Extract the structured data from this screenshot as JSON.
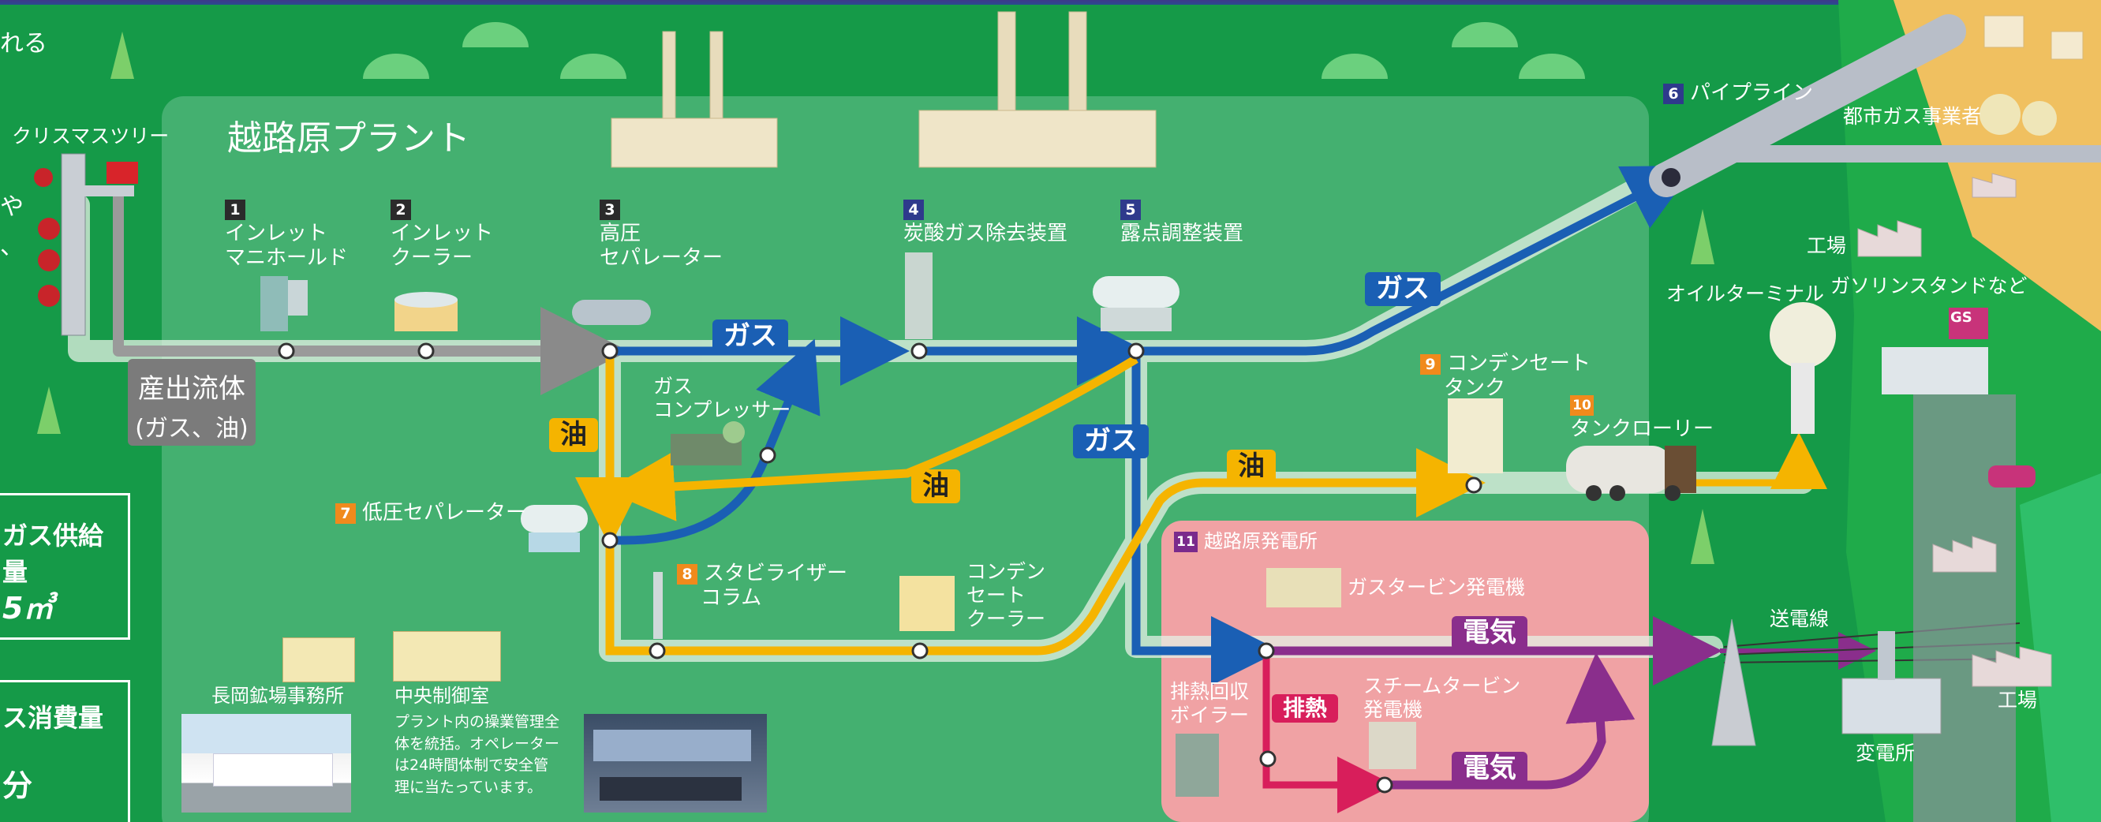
{
  "plant_title": "越路原プラント",
  "left_partial": {
    "top_text": "れる",
    "side_chars": [
      "や",
      "、"
    ],
    "gas_supply_title": "ガス供給量",
    "gas_supply_value": "5㎥",
    "gas_consumption_title": "ス消費量",
    "gas_consumption_value": "分"
  },
  "christmas_tree_label": "クリスマスツリー",
  "production_fluid": {
    "line1": "産出流体",
    "line2": "(ガス、油)"
  },
  "components": [
    {
      "num": "1",
      "lines": [
        "インレット",
        "マニホールド"
      ]
    },
    {
      "num": "2",
      "lines": [
        "インレット",
        "クーラー"
      ]
    },
    {
      "num": "3",
      "lines": [
        "高圧",
        "セパレーター"
      ]
    },
    {
      "num": "4",
      "lines": [
        "炭酸ガス除去装置"
      ]
    },
    {
      "num": "5",
      "lines": [
        "露点調整装置"
      ]
    },
    {
      "num": "6",
      "lines": [
        "パイプライン"
      ]
    },
    {
      "num": "7",
      "lines": [
        "低圧セパレーター"
      ]
    },
    {
      "num": "8",
      "lines": [
        "スタビライザー",
        "コラム"
      ]
    },
    {
      "num": "9",
      "lines": [
        "コンデンセート",
        "タンク"
      ]
    },
    {
      "num": "10",
      "lines": [
        "タンクローリー"
      ]
    },
    {
      "num": "11",
      "lines": [
        "越路原発電所"
      ]
    }
  ],
  "gas_compressor": [
    "ガス",
    "コンプレッサー"
  ],
  "condensate_cooler": [
    "コンデン",
    "セート",
    "クーラー"
  ],
  "gas_turbine_generator": "ガスタービン発電機",
  "steam_turbine_generator": [
    "スチームタービン",
    "発電機"
  ],
  "heat_recovery_boiler": [
    "排熱回収",
    "ボイラー"
  ],
  "flow_tags": {
    "gas": "ガス",
    "oil": "油",
    "electricity": "電気",
    "waste_heat": "排熱"
  },
  "destinations": {
    "city_gas": "都市ガス事業者",
    "factory": "工場",
    "oil_terminal": "オイルターミナル",
    "gas_station": "ガソリンスタンドなど",
    "power_line": "送電線",
    "substation": "変電所",
    "factory2": "工場"
  },
  "offices": {
    "nagaoka": "長岡鉱場事務所",
    "control_room": "中央制御室",
    "control_room_desc": [
      "プラント内の操業管理全",
      "体を統括。オペレーター",
      "は24時間体制で安全管",
      "理に当たっています。"
    ]
  },
  "gs_sign": "GS",
  "colors": {
    "gas": "#1a5fb4",
    "oil": "#f5b400",
    "electricity": "#8a2e8c",
    "waste_heat": "#d81e5b",
    "background": "#159a48",
    "plant_area": "#4cb478",
    "power_area": "#f0a2a4"
  }
}
